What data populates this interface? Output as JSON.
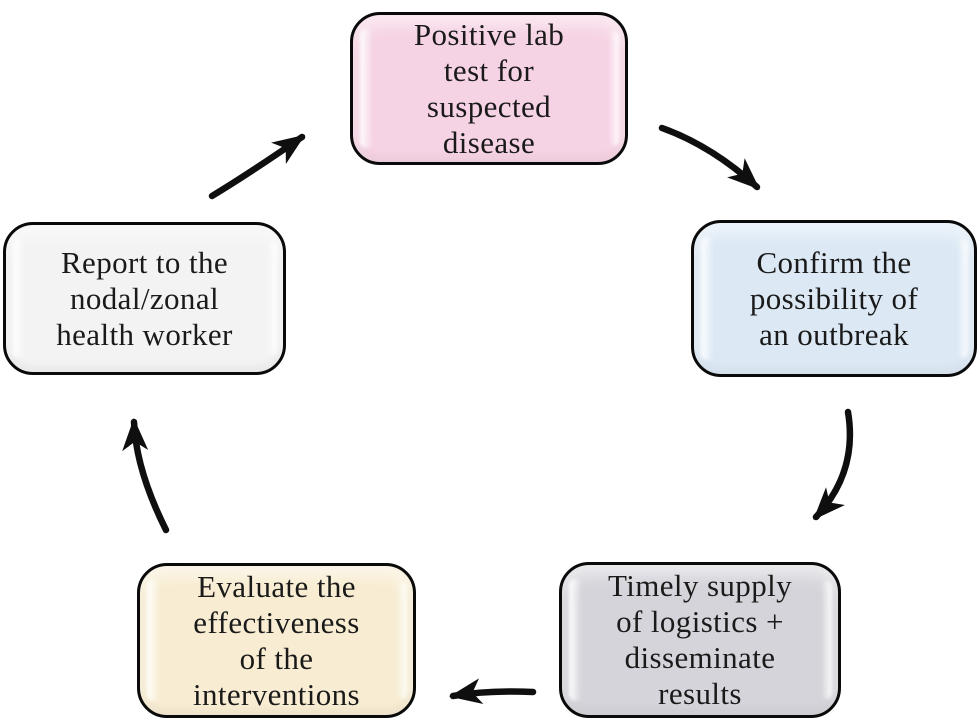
{
  "diagram": {
    "type": "cycle",
    "background": "#ffffff",
    "arrow_color": "#0f0f0f",
    "border_color": "#0a0a0a",
    "text_color": "#1a1a1a",
    "nodes": [
      {
        "id": "positive-lab-test",
        "label": "Positive lab\ntest for\nsuspected\ndisease",
        "fill": "#f6d3e4"
      },
      {
        "id": "confirm-outbreak",
        "label": "Confirm the\npossibility of\nan outbreak",
        "fill": "#dce9f5"
      },
      {
        "id": "timely-supply",
        "label": "Timely supply\nof logistics +\ndisseminate\nresults",
        "fill": "#d5d4da"
      },
      {
        "id": "evaluate-interventions",
        "label": "Evaluate the\neffectiveness\nof the\ninterventions",
        "fill": "#f8edd2"
      },
      {
        "id": "report-health-worker",
        "label": "Report to the\nnodal/zonal\nhealth worker",
        "fill": "#f3f3f3"
      }
    ],
    "edges": [
      {
        "from": "positive-lab-test",
        "to": "confirm-outbreak"
      },
      {
        "from": "confirm-outbreak",
        "to": "timely-supply"
      },
      {
        "from": "timely-supply",
        "to": "evaluate-interventions"
      },
      {
        "from": "evaluate-interventions",
        "to": "report-health-worker"
      },
      {
        "from": "report-health-worker",
        "to": "positive-lab-test"
      }
    ]
  }
}
